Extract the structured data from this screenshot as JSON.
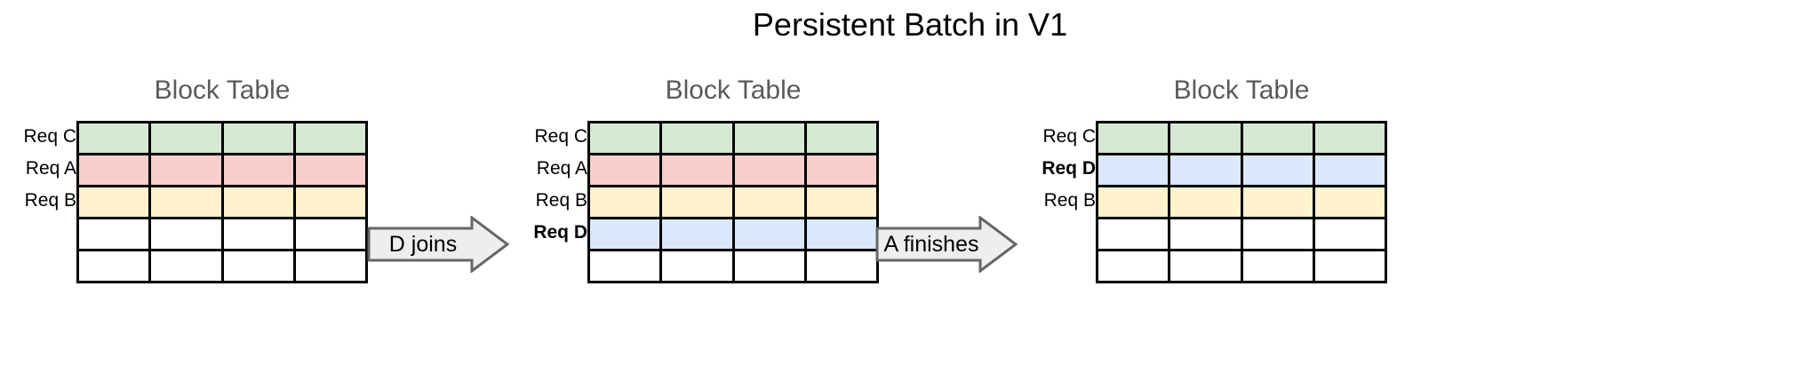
{
  "title": "Persistent Batch in V1",
  "colors": {
    "green": "#d5e8d4",
    "red": "#f8cecc",
    "yellow": "#fff2cc",
    "blue": "#dae8fc",
    "empty": "#ffffff",
    "grid_stroke": "#000000",
    "panel_title": "#5a5a5a",
    "arrow_fill": "#eeeeee",
    "arrow_stroke": "#666666",
    "title_color": "#000000"
  },
  "panels": [
    {
      "heading": "Block Table",
      "columns": 4,
      "rows": [
        {
          "label": "Req C",
          "bold": false,
          "color": "#d5e8d4"
        },
        {
          "label": "Req A",
          "bold": false,
          "color": "#f8cecc"
        },
        {
          "label": "Req B",
          "bold": false,
          "color": "#fff2cc"
        },
        {
          "label": "",
          "bold": false,
          "color": "#ffffff"
        },
        {
          "label": "",
          "bold": false,
          "color": "#ffffff"
        }
      ]
    },
    {
      "heading": "Block Table",
      "columns": 4,
      "rows": [
        {
          "label": "Req C",
          "bold": false,
          "color": "#d5e8d4"
        },
        {
          "label": "Req A",
          "bold": false,
          "color": "#f8cecc"
        },
        {
          "label": "Req B",
          "bold": false,
          "color": "#fff2cc"
        },
        {
          "label": "Req D",
          "bold": true,
          "color": "#dae8fc"
        },
        {
          "label": "",
          "bold": false,
          "color": "#ffffff"
        }
      ]
    },
    {
      "heading": "Block Table",
      "columns": 4,
      "rows": [
        {
          "label": "Req C",
          "bold": false,
          "color": "#d5e8d4"
        },
        {
          "label": "Req D",
          "bold": true,
          "color": "#dae8fc"
        },
        {
          "label": "Req B",
          "bold": false,
          "color": "#fff2cc"
        },
        {
          "label": "",
          "bold": false,
          "color": "#ffffff"
        },
        {
          "label": "",
          "bold": false,
          "color": "#ffffff"
        }
      ]
    }
  ],
  "arrows": [
    {
      "label": "D joins",
      "direction": "right"
    },
    {
      "label": "A finishes",
      "direction": "right"
    }
  ]
}
